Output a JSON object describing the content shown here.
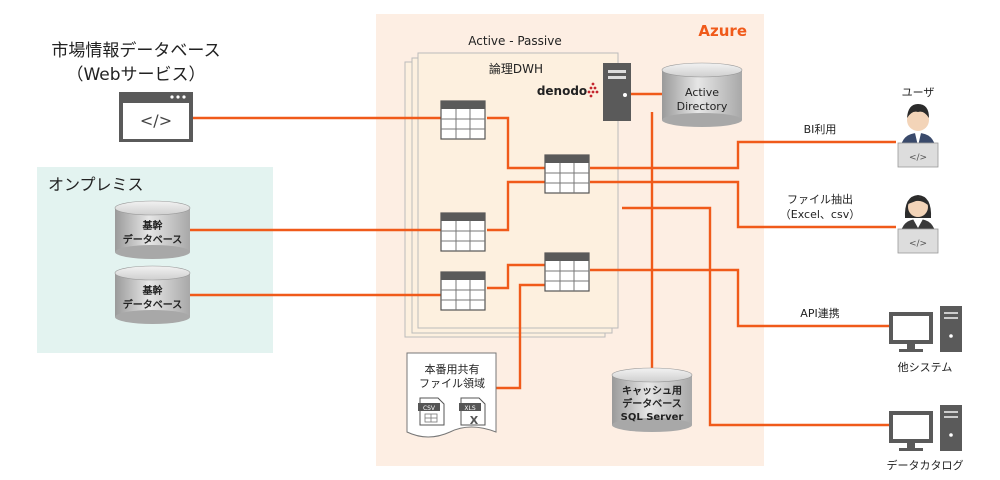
{
  "source": {
    "line1": "市場情報データベース",
    "line2": "（Webサービス）"
  },
  "onprem": {
    "title": "オンプレミス",
    "db1": [
      "基幹",
      "データベース"
    ],
    "db2": [
      "基幹",
      "データベース"
    ]
  },
  "azure": {
    "title": "Azure",
    "active_passive": "Active - Passive",
    "dwh_label": "論理DWH",
    "denodo": "denodo",
    "ad": [
      "Active",
      "Directory"
    ],
    "share": [
      "本番用共有",
      "ファイル領域"
    ],
    "csv_label": "CSV",
    "xls_label": "XLS",
    "cache_db": [
      "キャッシュ用",
      "データベース",
      "SQL Server"
    ]
  },
  "right": {
    "user_label": "ユーザ",
    "bi_label": "BI利用",
    "file_export": [
      "ファイル抽出",
      "（Excel、csv）"
    ],
    "api_label": "API連携",
    "other_system": "他システム",
    "data_catalog": "データカタログ"
  },
  "colors": {
    "accent": "#f05a1a",
    "azure_bg": "#fdeee3",
    "onprem_bg": "#e3f3f0",
    "panel_bg": "#fdf0df"
  }
}
